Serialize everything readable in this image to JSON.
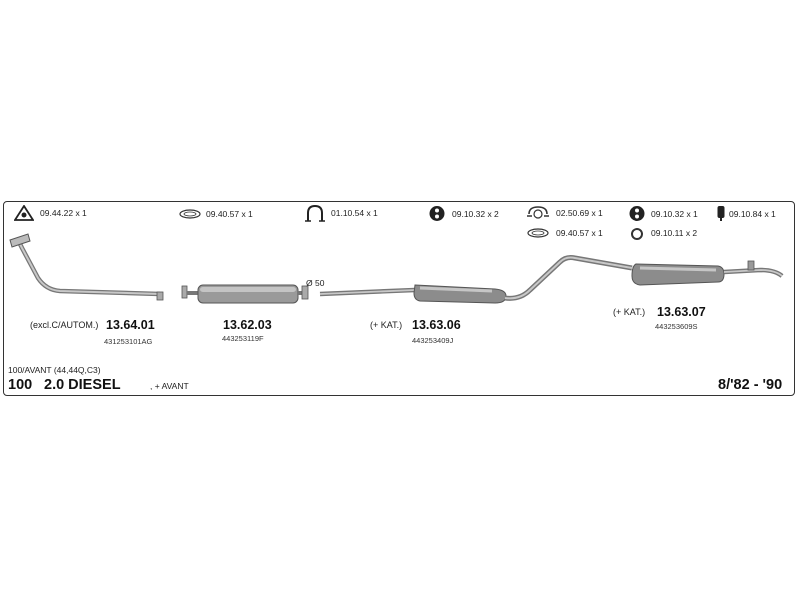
{
  "hardware": [
    {
      "icon": "triangle-gasket-icon",
      "label": "09.44.22 x 1"
    },
    {
      "icon": "ring-gasket-icon",
      "label": "09.40.57 x 1"
    },
    {
      "icon": "u-clamp-icon",
      "label": "01.10.54 x 1"
    },
    {
      "icon": "rubber-hanger-icon",
      "label": "09.10.32 x 2"
    },
    {
      "icon": "pipe-clamp-icon",
      "label": "02.50.69 x 1"
    },
    {
      "icon": "ring-gasket-icon",
      "label": "09.40.57 x 1"
    },
    {
      "icon": "rubber-hanger-icon",
      "label": "09.10.32 x 1"
    },
    {
      "icon": "rubber-block-icon",
      "label": "09.10.84 x 1"
    },
    {
      "icon": "o-ring-icon",
      "label": "09.10.11 x 2"
    }
  ],
  "pipe_diameter": "Ø 50",
  "parts": [
    {
      "note": "(excl.C/AUTOM.)",
      "code": "13.64.01",
      "oe": "431253101AG"
    },
    {
      "note": "",
      "code": "13.62.03",
      "oe": "443253119F"
    },
    {
      "note": "(+ KAT.)",
      "code": "13.63.06",
      "oe": "443253409J"
    },
    {
      "note": "(+ KAT.)",
      "code": "13.63.07",
      "oe": "443253609S"
    }
  ],
  "vehicle": {
    "variant": "100/AVANT (44,44Q,C3)",
    "model": "100",
    "engine": "2.0 DIESEL",
    "body": ", + AVANT",
    "years": "8/'82 - '90"
  }
}
